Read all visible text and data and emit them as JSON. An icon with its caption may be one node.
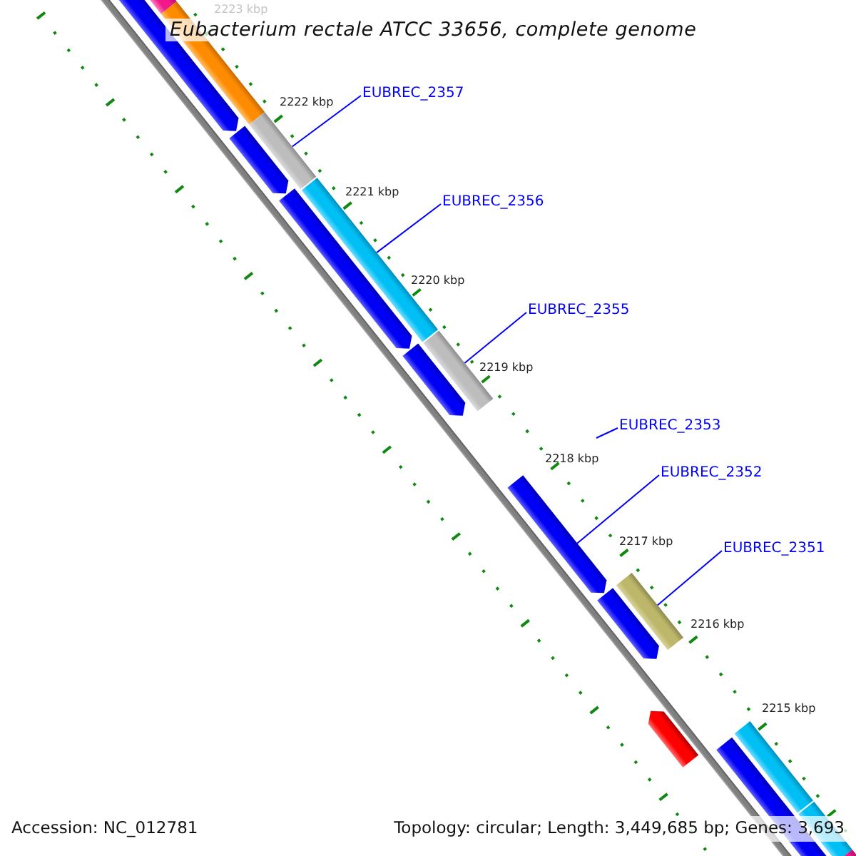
{
  "diagram": {
    "title": "Eubacterium rectale ATCC 33656, complete genome",
    "nodes": [
      {
        "text": [
          "EUBREC_2357"
        ]
      },
      {
        "text": [
          "EUBREC_2356"
        ]
      },
      {
        "text": [
          "EUBREC_2355"
        ]
      },
      {
        "text": [
          "EUBREC_2353"
        ]
      },
      {
        "text": [
          "EUBREC_2352"
        ]
      },
      {
        "text": [
          "EUBREC_2351"
        ]
      },
      {
        "text": [],
        "shape": "bar"
      },
      {
        "text": [],
        "shape": "bar"
      },
      {
        "text": [],
        "shape": "bar"
      },
      {
        "text": [],
        "shape": "arrow"
      },
      {
        "text": [],
        "shape": "bar"
      }
    ],
    "edges": [
      {
        "from": 0,
        "to": 6,
        "arrow": "none"
      },
      {
        "from": 1,
        "to": 7,
        "arrow": "none"
      },
      {
        "from": 2,
        "to": 8,
        "arrow": "none"
      },
      {
        "from": 3,
        "to": null,
        "arrow": "none"
      },
      {
        "from": 4,
        "to": 9,
        "arrow": "none"
      },
      {
        "from": 5,
        "to": 10,
        "arrow": "none"
      }
    ],
    "labels": [
      "2223 kbp",
      "2222 kbp",
      "2221 kbp",
      "2220 kbp",
      "2219 kbp",
      "2218 kbp",
      "2217 kbp",
      "2216 kbp",
      "2215 kbp",
      "Accession: NC_012781",
      "Topology: circular; Length: 3,449,685 bp; Genes: 3,693"
    ]
  }
}
